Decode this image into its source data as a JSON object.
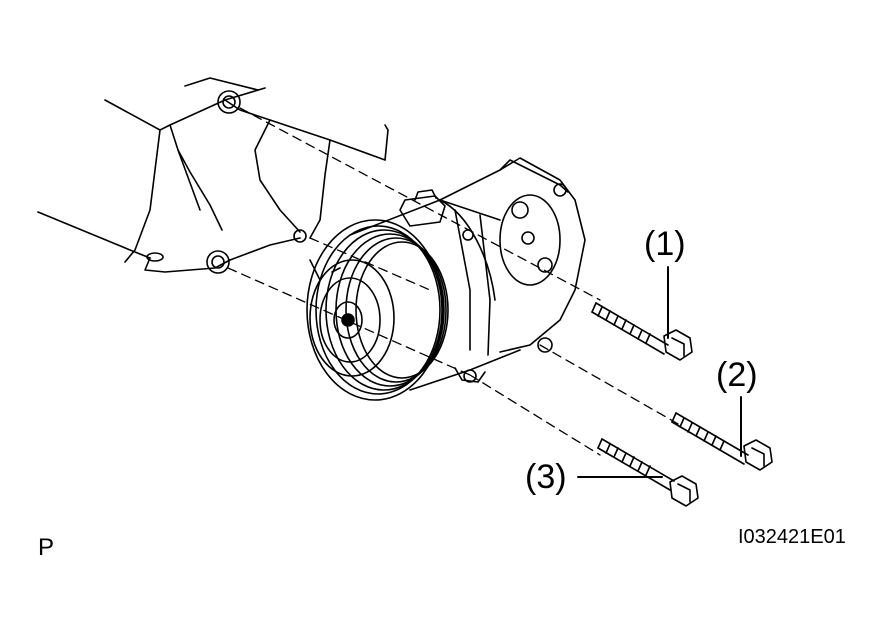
{
  "callouts": {
    "bolt_1": "(1)",
    "bolt_2": "(2)",
    "bolt_3": "(3)"
  },
  "corner_mark": "P",
  "figure_code": "I032421E01",
  "colors": {
    "line": "#000000",
    "background": "#ffffff"
  }
}
